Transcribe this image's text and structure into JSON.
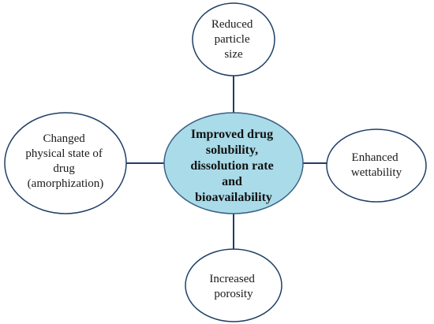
{
  "colors": {
    "line": "#1f3f66",
    "outer_fill": "#ffffff",
    "center_fill": "#a9dbe9",
    "center_stroke": "#3c5f82"
  },
  "center": {
    "lines": [
      "Improved drug",
      "solubility,",
      "dissolution rate",
      "and",
      "bioavailability"
    ]
  },
  "nodes": {
    "top": {
      "lines": [
        "Reduced",
        "particle",
        "size"
      ]
    },
    "left": {
      "lines": [
        "Changed",
        "physical state of",
        "drug",
        "(amorphization)"
      ]
    },
    "right": {
      "lines": [
        "Enhanced",
        "wettability"
      ]
    },
    "bottom": {
      "lines": [
        "Increased",
        "porosity"
      ]
    }
  }
}
